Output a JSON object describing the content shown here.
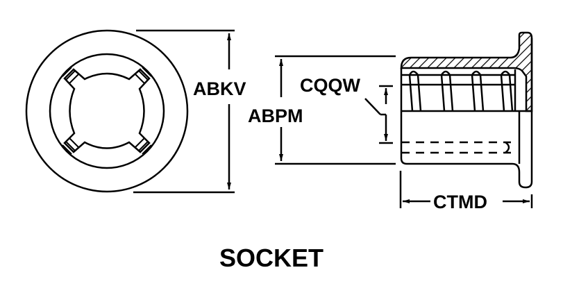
{
  "diagram": {
    "title": "SOCKET",
    "dimensions": {
      "outer_diameter": "ABKV",
      "bore_diameter": "ABPM",
      "spring_depth": "CQQW",
      "length": "CTMD"
    },
    "colors": {
      "ink": "#000000",
      "background": "#ffffff"
    }
  }
}
